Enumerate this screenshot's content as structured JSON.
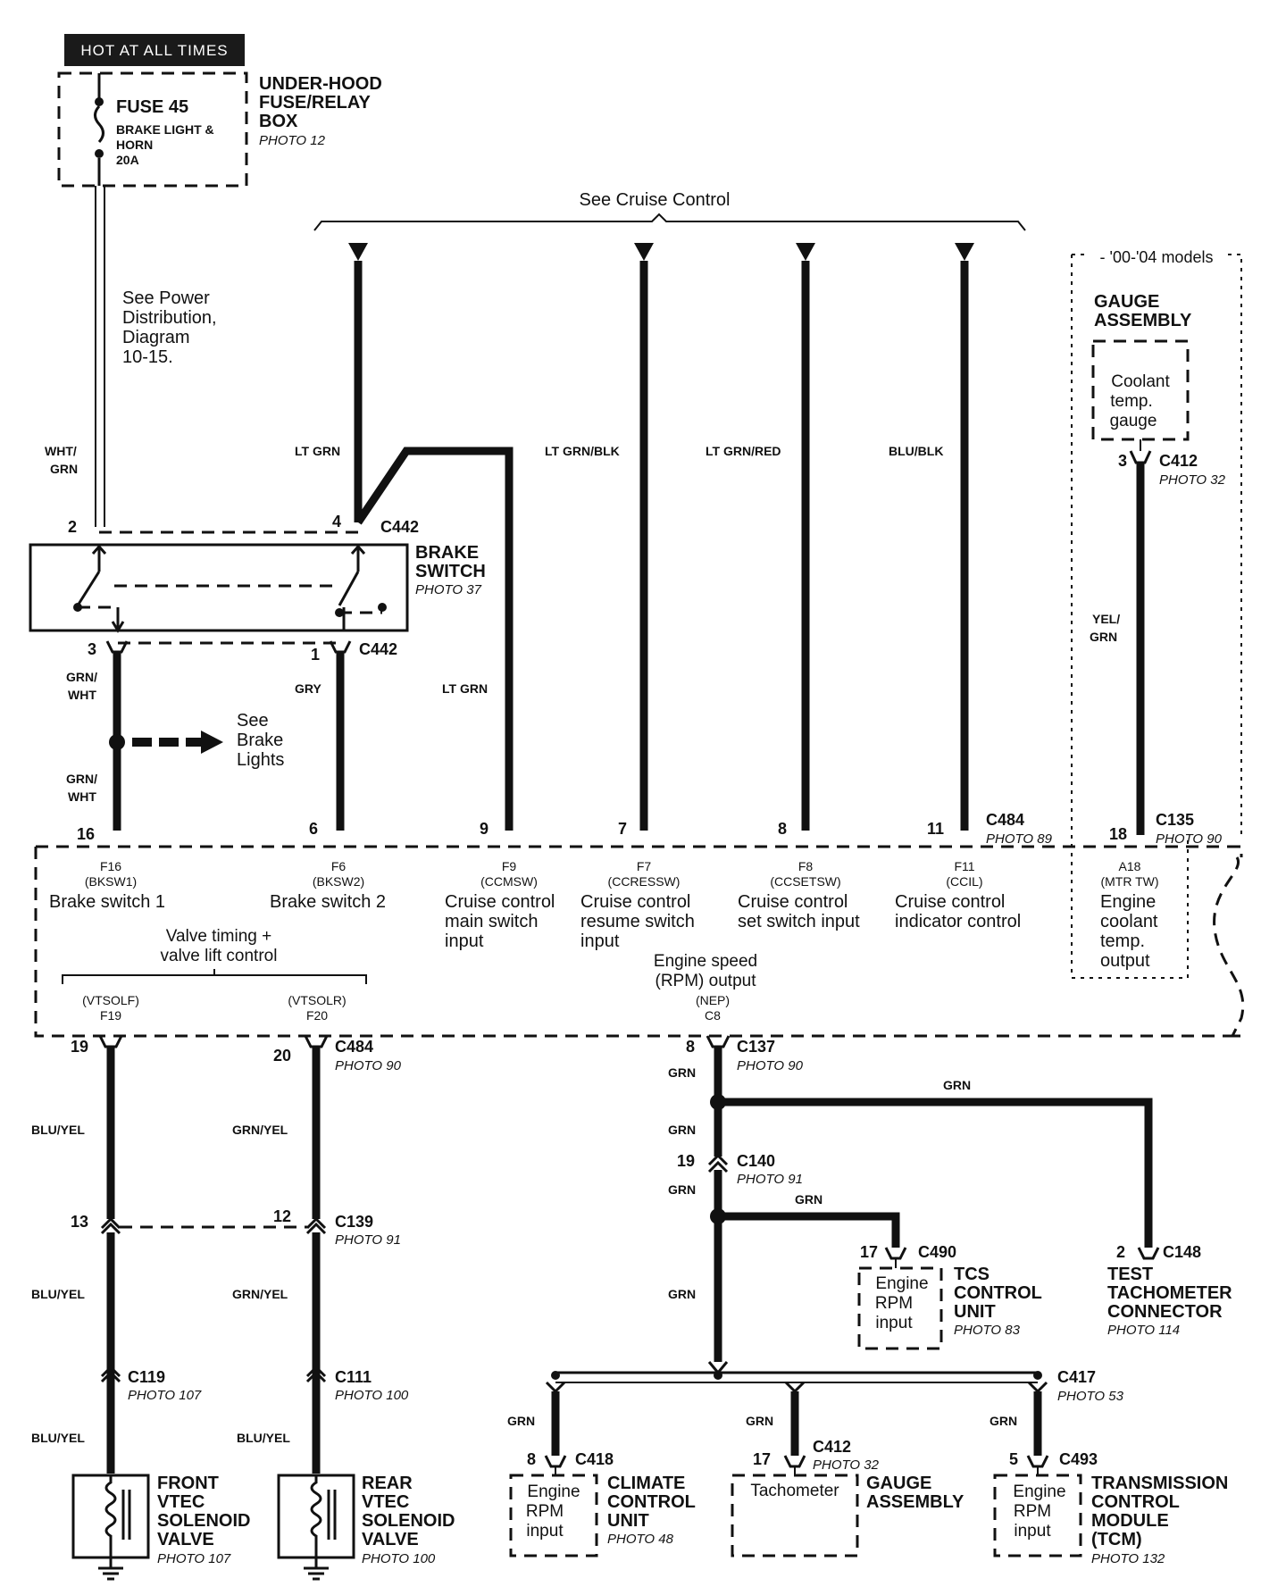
{
  "header_label": "HOT AT ALL TIMES",
  "fusebox": {
    "fuse": "FUSE 45",
    "desc1": "BRAKE LIGHT &",
    "desc2": "HORN",
    "amps": "20A",
    "title1": "UNDER-HOOD",
    "title2": "FUSE/RELAY",
    "title3": "BOX",
    "photo": "PHOTO 12"
  },
  "power_note": [
    "See Power",
    "Distribution,",
    "Diagram",
    "10-15."
  ],
  "cruise_note": "See Cruise Control",
  "models_note": "- '00-'04 models",
  "gauge_top": {
    "title1": "GAUGE",
    "title2": "ASSEMBLY",
    "box": [
      "Coolant",
      "temp.",
      "gauge"
    ],
    "pin": "3",
    "conn": "C412",
    "photo": "PHOTO 32",
    "wire": [
      "YEL/",
      "GRN"
    ],
    "pin2": "18",
    "conn2": "C135",
    "photo2": "PHOTO 90"
  },
  "brake_switch": {
    "title1": "BRAKE",
    "title2": "SWITCH",
    "photo": "PHOTO 37",
    "conn": "C442",
    "pin2": "2",
    "pin4": "4",
    "pin3": "3",
    "pin1": "1"
  },
  "wires_top": {
    "wht": [
      "WHT/",
      "GRN"
    ],
    "ltgrn": "LT GRN",
    "ltgrnblk": "LT GRN/BLK",
    "ltgrnred": "LT GRN/RED",
    "blublk": "BLU/BLK",
    "grnwht": [
      "GRN/",
      "WHT"
    ],
    "gry": "GRY",
    "ltgrn2": "LT GRN"
  },
  "brake_lights_note": [
    "See",
    "Brake",
    "Lights"
  ],
  "pcm_pins": [
    {
      "pin": "16",
      "code": "F16",
      "sig": "(BKSW1)",
      "desc": [
        "Brake switch 1"
      ]
    },
    {
      "pin": "6",
      "code": "F6",
      "sig": "(BKSW2)",
      "desc": [
        "Brake switch 2"
      ]
    },
    {
      "pin": "9",
      "code": "F9",
      "sig": "(CCMSW)",
      "desc": [
        "Cruise control",
        "main switch",
        "input"
      ]
    },
    {
      "pin": "7",
      "code": "F7",
      "sig": "(CCRESSW)",
      "desc": [
        "Cruise control",
        "resume switch",
        "input"
      ]
    },
    {
      "pin": "8",
      "code": "F8",
      "sig": "(CCSETSW)",
      "desc": [
        "Cruise control",
        "set switch input"
      ]
    },
    {
      "pin": "11",
      "code": "F11",
      "sig": "(CCIL)",
      "desc": [
        "Cruise control",
        "indicator control"
      ]
    },
    {
      "pin": "18",
      "code": "A18",
      "sig": "(MTR TW)",
      "desc": [
        "Engine",
        "coolant",
        "temp.",
        "output"
      ]
    }
  ],
  "c484_top": {
    "conn": "C484",
    "photo": "PHOTO 89"
  },
  "pcm_lower": {
    "vt_title": [
      "Valve timing +",
      "valve lift control"
    ],
    "vtsolf": "(VTSOLF)",
    "f19": "F19",
    "vtsolr": "(VTSOLR)",
    "f20": "F20",
    "rpm": [
      "Engine speed",
      "(RPM) output"
    ],
    "nep": "(NEP)",
    "c8": "C8"
  },
  "vtec": {
    "pin19": "19",
    "pin20": "20",
    "c484": "C484",
    "photo90": "PHOTO 90",
    "w1": "BLU/YEL",
    "w2": "GRN/YEL",
    "pin13": "13",
    "pin12": "12",
    "c139": "C139",
    "photo91": "PHOTO 91",
    "c119": "C119",
    "photo107": "PHOTO 107",
    "c111": "C111",
    "photo100": "PHOTO 100",
    "front": [
      "FRONT",
      "VTEC",
      "SOLENOID",
      "VALVE"
    ],
    "front_photo": "PHOTO 107",
    "rear": [
      "REAR",
      "VTEC",
      "SOLENOID",
      "VALVE"
    ],
    "rear_photo": "PHOTO 100"
  },
  "rpm_line": {
    "pin8": "8",
    "c137": "C137",
    "photo90": "PHOTO 90",
    "grn": "GRN",
    "pin19": "19",
    "c140": "C140",
    "photo91": "PHOTO 91"
  },
  "tcs": {
    "pin": "17",
    "conn": "C490",
    "box": [
      "Engine",
      "RPM",
      "input"
    ],
    "title": [
      "TCS",
      "CONTROL",
      "UNIT"
    ],
    "photo": "PHOTO 83"
  },
  "tach_conn": {
    "pin": "2",
    "conn": "C148",
    "title": [
      "TEST",
      "TACHOMETER",
      "CONNECTOR"
    ],
    "photo": "PHOTO 114"
  },
  "c417": {
    "conn": "C417",
    "photo": "PHOTO 53"
  },
  "climate": {
    "pin": "8",
    "conn": "C418",
    "box": [
      "Engine",
      "RPM",
      "input"
    ],
    "title": [
      "CLIMATE",
      "CONTROL",
      "UNIT"
    ],
    "photo": "PHOTO 48"
  },
  "gauge_bot": {
    "pin": "17",
    "conn": "C412",
    "photo": "PHOTO 32",
    "box": [
      "Tachometer"
    ],
    "title": [
      "GAUGE",
      "ASSEMBLY"
    ]
  },
  "tcm": {
    "pin": "5",
    "conn": "C493",
    "box": [
      "Engine",
      "RPM",
      "input"
    ],
    "title": [
      "TRANSMISSION",
      "CONTROL",
      "MODULE",
      "(TCM)"
    ],
    "photo": "PHOTO 132"
  }
}
